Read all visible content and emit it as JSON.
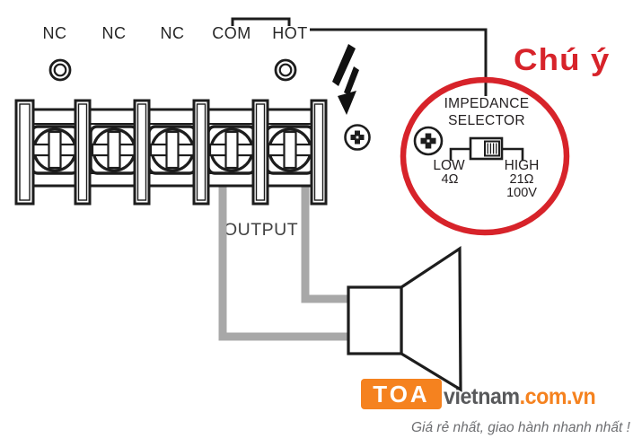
{
  "labels": {
    "terminals": [
      "NC",
      "NC",
      "NC",
      "COM",
      "HOT"
    ],
    "output": "OUTPUT",
    "attention": "Chú ý"
  },
  "impedance_selector": {
    "title_line1": "IMPEDANCE",
    "title_line2": "SELECTOR",
    "low_label": "LOW",
    "low_value": "4Ω",
    "high_label": "HIGH",
    "high_value": "21Ω",
    "high_value2": "100V"
  },
  "branding": {
    "logo": "TOA",
    "site_name": "vietnam",
    "site_domain": ".com.vn",
    "tagline": "Giá rẻ nhất, giao hành nhanh nhất !"
  },
  "icons": {
    "screw_terminal": "phillips-screw-terminal",
    "screw_head": "phillips-screw-head",
    "hazard": "lightning-bolt-arrow",
    "speaker": "horn-speaker",
    "selector_switch": "slide-switch"
  },
  "colors": {
    "line_black": "#1d1d1d",
    "wire_gray": "#a8a8a8",
    "accent_red": "#d7232a",
    "brand_orange": "#f5821f",
    "brand_gray": "#58595b",
    "tagline_gray": "#6d6e71"
  }
}
